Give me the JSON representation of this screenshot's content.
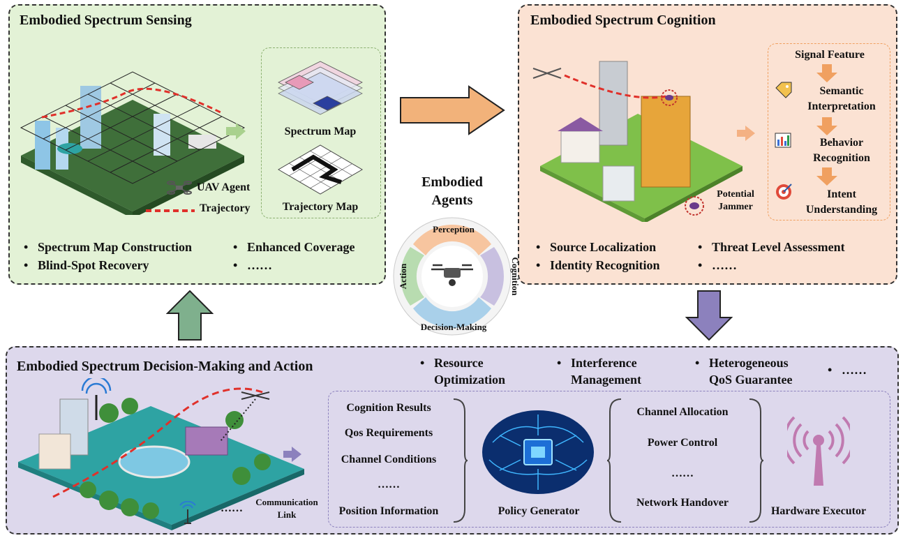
{
  "sensing": {
    "title": "Embodied Spectrum Sensing",
    "spectrum_map": "Spectrum Map",
    "trajectory_map": "Trajectory Map",
    "uav_agent": "UAV Agent",
    "trajectory": "Trajectory",
    "bullets": [
      "Spectrum Map Construction",
      "Enhanced Coverage",
      "Blind-Spot Recovery",
      "……"
    ]
  },
  "cognition": {
    "title": "Embodied Spectrum Cognition",
    "chain": [
      "Signal Feature",
      "Semantic Interpretation",
      "Behavior Recognition",
      "Intent Understanding"
    ],
    "jammer": "Potential Jammer",
    "bullets": [
      "Source Localization",
      "Threat Level Assessment",
      "Identity Recognition",
      "……"
    ]
  },
  "agents": {
    "title_line1": "Embodied",
    "title_line2": "Agents",
    "ring": [
      "Perception",
      "Cognition",
      "Decision-Making",
      "Action"
    ]
  },
  "decision": {
    "title": "Embodied Spectrum Decision-Making and Action",
    "top_bullets": [
      "Resource Optimization",
      "Interference Management",
      "Heterogeneous QoS Guarantee",
      "……"
    ],
    "inputs": [
      "Cognition Results",
      "Qos Requirements",
      "Channel Conditions",
      "……",
      "Position Information"
    ],
    "policy": "Policy Generator",
    "outputs": [
      "Channel Allocation",
      "Power Control",
      "……",
      "Network Handover"
    ],
    "hardware": "Hardware Executor",
    "comm_link_1": "Communication",
    "comm_link_2": "Link",
    "comm_dots": "……"
  },
  "colors": {
    "sensing_bg": "#e3f2d6",
    "cognition_bg": "#fbe2d3",
    "decision_bg": "#ddd8ec",
    "orange_arrow": "#f2b27a",
    "green_arrow": "#7fb08d",
    "purple_arrow": "#8c81bd",
    "trajectory_red": "#e0302a"
  }
}
